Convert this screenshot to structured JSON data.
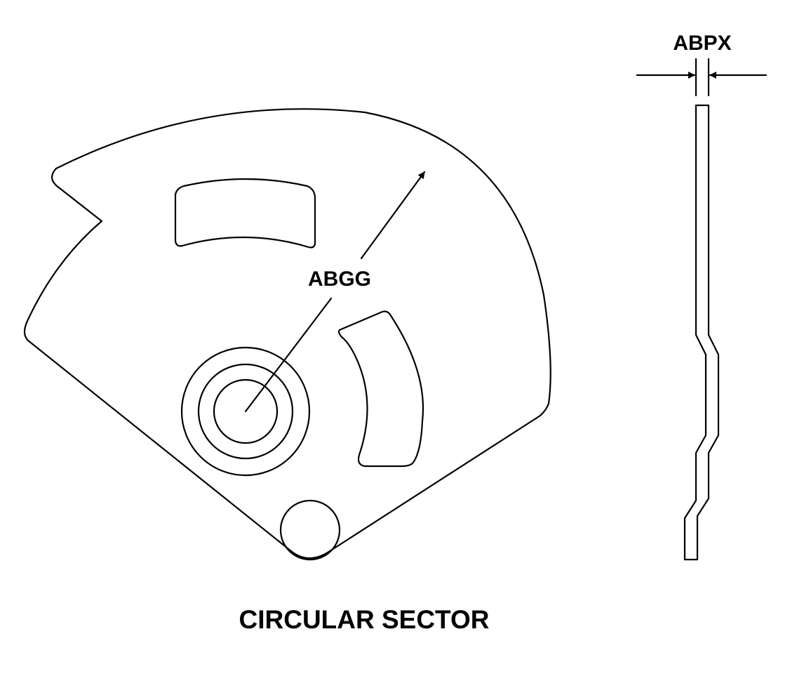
{
  "diagram": {
    "title": "CIRCULAR SECTOR",
    "labels": {
      "radius": "ABGG",
      "thickness": "ABPX"
    },
    "line_color": "#000000",
    "background_color": "#ffffff"
  }
}
